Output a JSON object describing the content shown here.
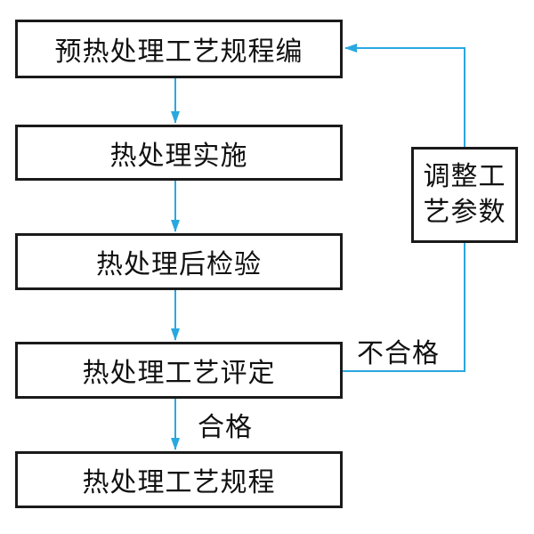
{
  "steps": [
    {
      "label": "预热处理工艺规程编"
    },
    {
      "label": "热处理实施"
    },
    {
      "label": "热处理后检验"
    },
    {
      "label": "热处理工艺评定"
    },
    {
      "label": "热处理工艺规程"
    }
  ],
  "adjust_box": {
    "line1": "调整工",
    "line2": "艺参数"
  },
  "labels": {
    "fail": "不合格",
    "pass": "合格"
  },
  "colors": {
    "arrow": "#29a8e0",
    "border": "#1a1a1a"
  }
}
